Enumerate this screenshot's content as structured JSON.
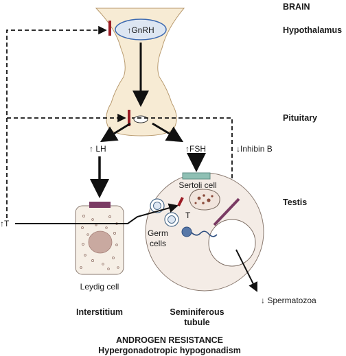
{
  "regions": {
    "brain": "BRAIN",
    "hypothalamus": "Hypothalamus",
    "pituitary": "Pituitary",
    "testis": "Testis"
  },
  "labels": {
    "gnrh": "↑GnRH",
    "lh": "↑ LH",
    "fsh": "↑FSH",
    "inhibin_b": "↓Inhibin B",
    "sertoli_cell": "Sertoli cell",
    "t_inner": "T",
    "t_outer": "↑T",
    "germ_cells_1": "Germ",
    "germ_cells_2": "cells",
    "leydig_cell": "Leydig cell",
    "spermatozoa": "↓ Spermatozoa",
    "interstitium": "Interstitium",
    "seminiferous_1": "Seminiferous",
    "seminiferous_2": "tubule"
  },
  "footer": {
    "title": "ANDROGEN RESISTANCE",
    "subtitle": "Hypergonadotropic hypogonadism"
  },
  "colors": {
    "tissue": "#f7ebd4",
    "tissue_stroke": "#b89a6e",
    "cell_fill": "#f6efe6",
    "nucleus": "#c9a9a0",
    "blocker": "#9c1c25",
    "receptor": "#7a3a63",
    "fsh_receptor": "#8fc0b4",
    "gnrh_oval": "#dde6f2",
    "gnrh_stroke": "#3b68b0"
  }
}
